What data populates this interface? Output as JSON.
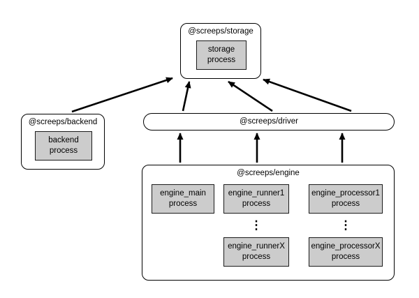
{
  "nodes": {
    "storage": {
      "label": "@screeps/storage",
      "process": "storage\nprocess"
    },
    "backend": {
      "label": "@screeps/backend",
      "process": "backend\nprocess"
    },
    "driver": {
      "label": "@screeps/driver"
    },
    "engine": {
      "label": "@screeps/engine",
      "processes": {
        "main": "engine_main\nprocess",
        "runner1": "engine_runner1\nprocess",
        "runnerX": "engine_runnerX\nprocess",
        "processor1": "engine_processor1\nprocess",
        "processorX": "engine_processorX\nprocess"
      },
      "ellipsis": "⋮"
    }
  },
  "edges": [
    {
      "from": "@screeps/backend",
      "to": "@screeps/storage"
    },
    {
      "from": "@screeps/driver",
      "to": "@screeps/storage"
    },
    {
      "from": "@screeps/driver",
      "to": "@screeps/storage"
    },
    {
      "from": "@screeps/driver",
      "to": "@screeps/storage"
    },
    {
      "from": "@screeps/engine",
      "to": "@screeps/driver"
    },
    {
      "from": "@screeps/engine",
      "to": "@screeps/driver"
    },
    {
      "from": "@screeps/engine",
      "to": "@screeps/driver"
    }
  ],
  "colors": {
    "background": "#ffffff",
    "node_fill": "#ffffff",
    "process_fill": "#cccccc",
    "border": "#000000",
    "arrow": "#000000"
  }
}
